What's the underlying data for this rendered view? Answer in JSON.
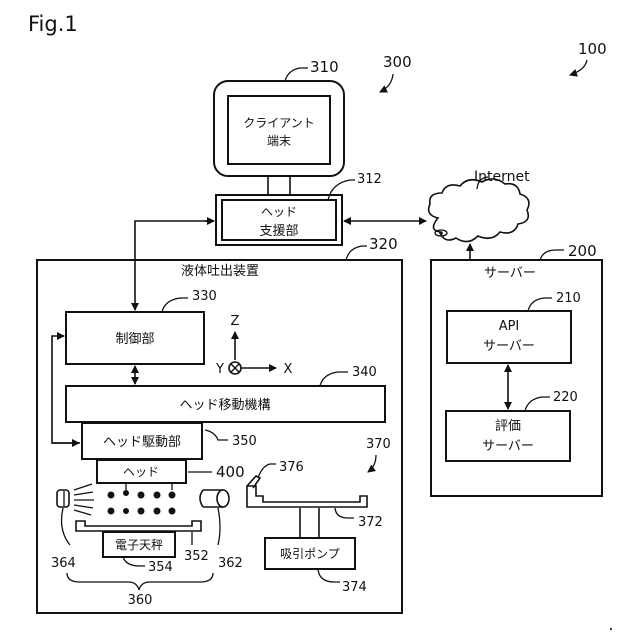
{
  "figure": {
    "title": "Fig.1",
    "system_ref": "100",
    "client_system_ref": "300"
  },
  "client_terminal": {
    "ref": "310",
    "label_line1": "クライアント",
    "label_line2": "端末"
  },
  "head_support": {
    "ref": "312",
    "label_line1": "ヘッド",
    "label_line2": "支援部"
  },
  "internet": {
    "label": "Internet"
  },
  "server": {
    "ref": "200",
    "label": "サーバー",
    "api_server": {
      "ref": "210",
      "label_line1": "API",
      "label_line2": "サーバー"
    },
    "eval_server": {
      "ref": "220",
      "label_line1": "評価",
      "label_line2": "サーバー"
    }
  },
  "liquid_ejection_device": {
    "ref": "320",
    "label": "液体吐出装置",
    "controller": {
      "ref": "330",
      "label": "制御部"
    },
    "axes": {
      "z": "Z",
      "y": "Y",
      "x": "X"
    },
    "head_moving_mechanism": {
      "ref": "340",
      "label": "ヘッド移動機構"
    },
    "head_driver": {
      "ref": "350",
      "label": "ヘッド駆動部"
    },
    "head": {
      "ref": "400",
      "label": "ヘッド"
    },
    "inspection_unit": {
      "ref": "360",
      "tray_ref": "352",
      "balance": {
        "ref": "354",
        "label": "電子天秤"
      },
      "camera_ref": "362",
      "light_ref": "364"
    },
    "maintenance_unit": {
      "ref": "370",
      "cap_ref": "372",
      "pump": {
        "ref": "374",
        "label": "吸引ポンプ"
      },
      "wiper_ref": "376"
    }
  }
}
